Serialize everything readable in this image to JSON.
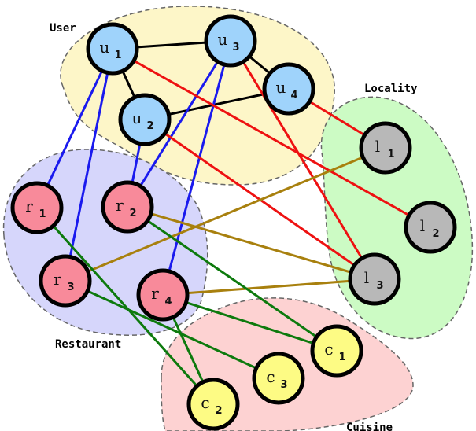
{
  "title": "Heterogeneous graph: users, restaurants, localities, cuisines",
  "groups": [
    {
      "id": "user",
      "label": "User",
      "fill": "#fdf6c8"
    },
    {
      "id": "restaurant",
      "label": "Restaurant",
      "fill": "#d6d6fb"
    },
    {
      "id": "locality",
      "label": "Locality",
      "fill": "#ccfbc4"
    },
    {
      "id": "cuisine",
      "label": "Cuisine",
      "fill": "#fdd2d2"
    }
  ],
  "node_styles": {
    "user": {
      "fill": "#9fd3fb"
    },
    "restaurant": {
      "fill": "#f88a9a"
    },
    "locality": {
      "fill": "#b8b8b8"
    },
    "cuisine": {
      "fill": "#fdfb84"
    }
  },
  "edge_colors": {
    "user-user": "#000000",
    "user-restaurant": "#1a1aee",
    "user-locality": "#ee1111",
    "restaurant-locality": "#a8800e",
    "restaurant-cuisine": "#0d7a0d"
  },
  "nodes": [
    {
      "id": "u1",
      "type": "user",
      "letter": "u",
      "sub": "1"
    },
    {
      "id": "u2",
      "type": "user",
      "letter": "u",
      "sub": "2"
    },
    {
      "id": "u3",
      "type": "user",
      "letter": "u",
      "sub": "3"
    },
    {
      "id": "u4",
      "type": "user",
      "letter": "u",
      "sub": "4"
    },
    {
      "id": "r1",
      "type": "restaurant",
      "letter": "r",
      "sub": "1"
    },
    {
      "id": "r2",
      "type": "restaurant",
      "letter": "r",
      "sub": "2"
    },
    {
      "id": "r3",
      "type": "restaurant",
      "letter": "r",
      "sub": "3"
    },
    {
      "id": "r4",
      "type": "restaurant",
      "letter": "r",
      "sub": "4"
    },
    {
      "id": "l1",
      "type": "locality",
      "letter": "l",
      "sub": "1"
    },
    {
      "id": "l2",
      "type": "locality",
      "letter": "l",
      "sub": "2"
    },
    {
      "id": "l3",
      "type": "locality",
      "letter": "l",
      "sub": "3"
    },
    {
      "id": "c1",
      "type": "cuisine",
      "letter": "c",
      "sub": "1"
    },
    {
      "id": "c2",
      "type": "cuisine",
      "letter": "c",
      "sub": "2"
    },
    {
      "id": "c3",
      "type": "cuisine",
      "letter": "c",
      "sub": "3"
    }
  ],
  "edges": [
    {
      "from": "u1",
      "to": "u3",
      "kind": "user-user"
    },
    {
      "from": "u1",
      "to": "u2",
      "kind": "user-user"
    },
    {
      "from": "u3",
      "to": "u4",
      "kind": "user-user"
    },
    {
      "from": "u2",
      "to": "u4",
      "kind": "user-user"
    },
    {
      "from": "u1",
      "to": "r1",
      "kind": "user-restaurant"
    },
    {
      "from": "u1",
      "to": "r3",
      "kind": "user-restaurant"
    },
    {
      "from": "u2",
      "to": "r2",
      "kind": "user-restaurant"
    },
    {
      "from": "u3",
      "to": "r2",
      "kind": "user-restaurant"
    },
    {
      "from": "u3",
      "to": "r4",
      "kind": "user-restaurant"
    },
    {
      "from": "u1",
      "to": "l2",
      "kind": "user-locality"
    },
    {
      "from": "u2",
      "to": "l3",
      "kind": "user-locality"
    },
    {
      "from": "u3",
      "to": "l3",
      "kind": "user-locality"
    },
    {
      "from": "u4",
      "to": "l1",
      "kind": "user-locality"
    },
    {
      "from": "r3",
      "to": "l1",
      "kind": "restaurant-locality"
    },
    {
      "from": "r2",
      "to": "l3",
      "kind": "restaurant-locality"
    },
    {
      "from": "r4",
      "to": "l3",
      "kind": "restaurant-locality"
    },
    {
      "from": "r1",
      "to": "c2",
      "kind": "restaurant-cuisine"
    },
    {
      "from": "r2",
      "to": "c1",
      "kind": "restaurant-cuisine"
    },
    {
      "from": "r3",
      "to": "c3",
      "kind": "restaurant-cuisine"
    },
    {
      "from": "r4",
      "to": "c1",
      "kind": "restaurant-cuisine"
    },
    {
      "from": "r4",
      "to": "c2",
      "kind": "restaurant-cuisine"
    }
  ]
}
